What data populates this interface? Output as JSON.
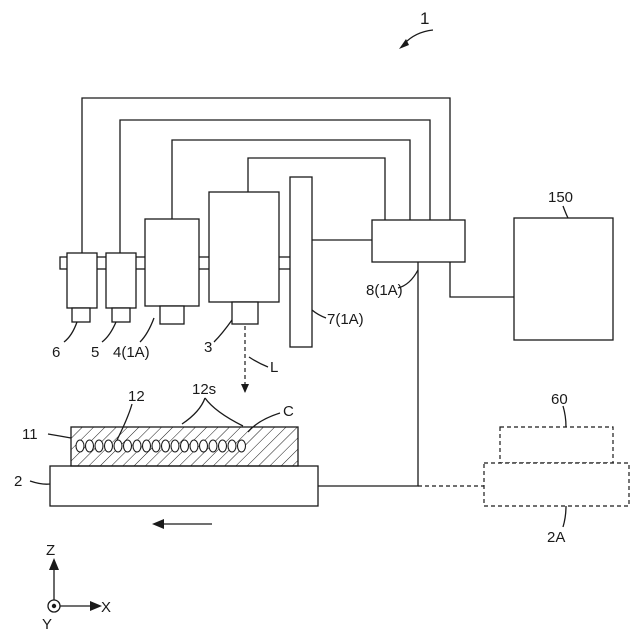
{
  "figure": {
    "number": "1"
  },
  "labels": {
    "unit_6": "6",
    "unit_5": "5",
    "unit_4": "4(1A)",
    "unit_3": "3",
    "unit_7": "7(1A)",
    "unit_8": "8(1A)",
    "unit_150": "150",
    "unit_60": "60",
    "unit_2A": "2A",
    "unit_2": "2",
    "unit_11": "11",
    "unit_12": "12",
    "unit_12s": "12s",
    "beam_L": "L",
    "point_C": "C"
  },
  "axes": {
    "z": "Z",
    "x": "X",
    "y": "Y"
  }
}
